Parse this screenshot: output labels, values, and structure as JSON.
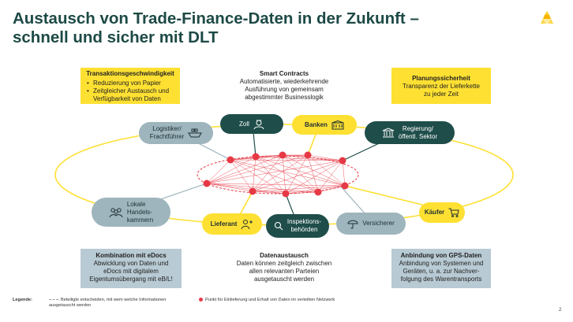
{
  "title": {
    "line1": "Austausch von Trade-Finance-Daten in der Zukunft –",
    "line2": "schnell und sicher mit DLT"
  },
  "logo": {
    "icon": "ribbon-logo-icon",
    "color": "#fbcf2a"
  },
  "colors": {
    "title": "#1d4a46",
    "yellow": "#fee032",
    "dark_teal": "#1f4e4a",
    "grey_blue": "#9eb5bd",
    "steel_box": "#b8cad3",
    "node_red": "#e63946"
  },
  "boxes": {
    "speed": {
      "heading": "Transaktionsgeschwindigkeit",
      "bullets": [
        "Reduzierung von Papier",
        "Zeitgleicher Austausch und Verfügbarkeit von Daten"
      ]
    },
    "smart": {
      "heading": "Smart Contracts",
      "lines": [
        "Automatisierte, wiederkehrende",
        "Ausführung von gemeinsam",
        "abgestimmter Businesslogik"
      ]
    },
    "planning": {
      "heading": "Planungssicherheit",
      "lines": [
        "Transparenz der Lieferkette",
        "zu jeder Zeit"
      ]
    },
    "edocs": {
      "heading": "Kombination mit eDocs",
      "lines": [
        "Abwicklung von Daten und",
        "eDocs mit digitalem",
        "Eigentumsübergang mit eB/L!"
      ]
    },
    "exchange": {
      "heading": "Datenaustausch",
      "lines": [
        "Daten können zeitgleich zwischen",
        "allen relevanten Parteien",
        "ausgetauscht werden"
      ]
    },
    "gps": {
      "heading": "Anbindung von GPS-Daten",
      "lines": [
        "Anbindung von Systemen und",
        "Geräten, u. a. zur Nachver-",
        "folgung des Warentransports"
      ]
    }
  },
  "participants": {
    "logistik": {
      "lines": [
        "Logistiker/",
        "Frachtführer"
      ],
      "icon": "ship-icon"
    },
    "zoll": {
      "label": "Zoll",
      "icon": "customs-officer-icon"
    },
    "banken": {
      "label": "Banken",
      "icon": "bank-building-icon"
    },
    "regierung": {
      "lines": [
        "Regierung/",
        "öffentl. Sektor"
      ],
      "icon": "government-building-icon"
    },
    "kammern": {
      "lines": [
        "Lokale",
        "Handels-",
        "kammern"
      ],
      "icon": "people-group-icon"
    },
    "lieferant": {
      "label": "Lieferant",
      "icon": "supplier-person-icon"
    },
    "inspektion": {
      "lines": [
        "Inspektions-",
        "behörden"
      ],
      "icon": "magnifier-icon"
    },
    "versicherer": {
      "label": "Versicherer",
      "icon": "umbrella-icon"
    },
    "kaeufer": {
      "label": "Käufer",
      "icon": "shopping-cart-icon"
    }
  },
  "legend": {
    "title": "Legende:",
    "line_text": "Beteiligte entscheiden, mit wem welche Informationen ausgetauscht werden",
    "dot_text": "Punkt für Einlieferung und Erhalt von Daten im verteilten Netzwerk"
  },
  "page_number": "2"
}
